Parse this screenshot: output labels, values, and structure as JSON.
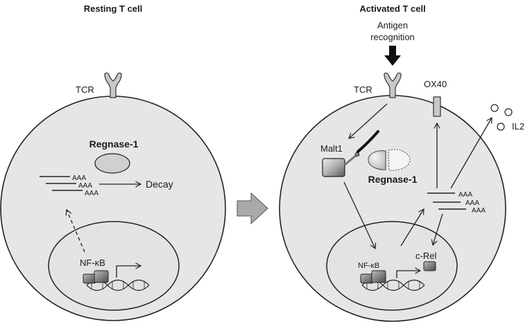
{
  "left_panel": {
    "title": "Resting T cell",
    "receptor_label": "TCR",
    "protein_label": "Regnase-1",
    "mrna_tails": [
      "AAA",
      "AAA",
      "AAA"
    ],
    "outcome_label": "Decay",
    "tf_label": "NF-κB"
  },
  "right_panel": {
    "title": "Activated T cell",
    "stimulus_label_line1": "Antigen",
    "stimulus_label_line2": "recognition",
    "receptor_label": "TCR",
    "costim_label": "OX40",
    "cytokine_label": "IL2",
    "protease_label": "Malt1",
    "protein_label": "Regnase-1",
    "mrna_tails": [
      "AAA",
      "AAA",
      "AAA"
    ],
    "tf_label": "NF-κB",
    "tf2_label": "c-Rel"
  },
  "colors": {
    "cell_fill": "#e6e6e6",
    "nucleus_fill": "#e3e3e3",
    "outline": "#222222",
    "protein_fill": "#d0d0d0",
    "transition_arrow": "#a9a9a9"
  }
}
